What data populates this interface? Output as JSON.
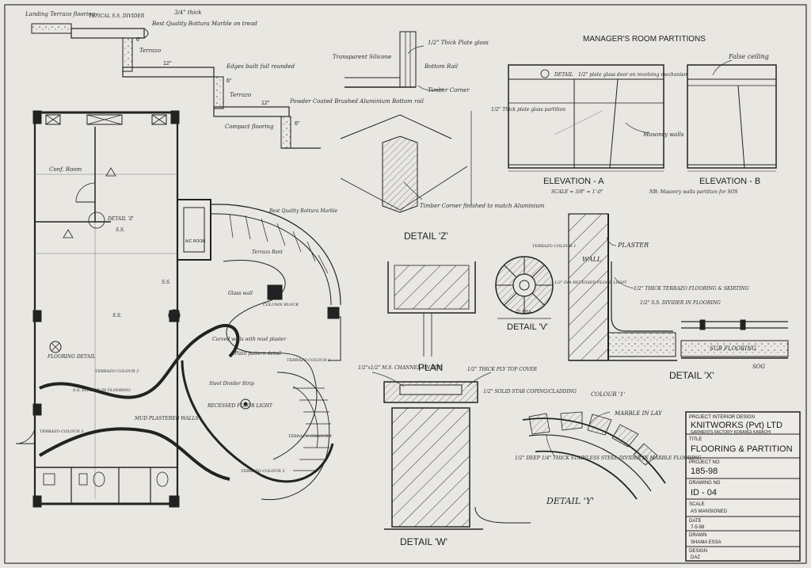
{
  "sheet": {
    "title_block": {
      "project_label": "PROJECT  INTERIOR DESIGN",
      "client": "KNITWORKS (Pvt) LTD",
      "client_sub": "GARMENTS  FACTORY  KORANGI  KARACHI",
      "title_label": "TITLE",
      "title": "FLOORING & PARTITION",
      "project_no_label": "PROJECT NO",
      "project_no": "185-98",
      "drawing_no_label": "DRAWING NO",
      "drawing_no": "ID - 04",
      "scale_label": "SCALE",
      "scale": "AS MANSIONED",
      "date_label": "DATE",
      "date": "7-5-98",
      "drawn_label": "DRAWN",
      "drawn": "SHAMA ESSA",
      "design_label": "DESIGN",
      "design": "DAZ"
    },
    "details": {
      "detail_z": "DETAIL 'Z'",
      "plan": "PLAN",
      "detail_w": "DETAIL 'W'",
      "detail_v": "DETAIL 'V'",
      "detail_x": "DETAIL 'X'",
      "detail_y": "DETAIL 'Y'",
      "elevation_a": "ELEVATION - A",
      "elevation_b": "ELEVATION - B",
      "elev_scale": "SCALE = 3/8\" = 1'-0\"",
      "manager_room": "MANAGER'S ROOM PARTITIONS"
    },
    "annotations": {
      "landing": "Landing Terrazo flooring",
      "typical_ss": "TYPICAL S.S. DIVIDER",
      "thick": "3/4\" thick",
      "best_quality": "Best Quality Bottura Marble on tread",
      "terrazo1": "Terrazo",
      "terrazo2": "Terrazo",
      "edges": "Edges built full rounded",
      "powder": "Powder Coated Brushed Aluminium Bottom rail",
      "compact": "Compact flooring",
      "transparent": "Transparent Silicone",
      "half_thick": "1/2\" Thick Plate glass",
      "bottom_rail": "Bottom Rail",
      "timber_corner": "Timber Corner",
      "timber_finish": "Timber Corner finished to match Aluminium",
      "detail_lbl": "DETAIL",
      "plate_glass_door": "1/2\" plate glass door on revolving mechanism",
      "thick_plate": "1/2\" Thick plate glass partition",
      "false_ceiling": "False ceiling",
      "masonry": "Masonry walls",
      "ms_note": "NB: Masonry walls partition for SOS",
      "ms_channel": "1/2\"x1/2\" M.S. CHANNEL ON TOP",
      "thick_ply": "1/2\" THICK PLY TOP COVER",
      "solid_star": "1/2\" SOLID STAR COPING/CLADDING",
      "plaster": "PLASTER",
      "wall": "WALL",
      "terrazo_col1": "TERRAZO COLOUR 1",
      "recessed": "1/2\" DIA RECESSED FLOOR LIGHT",
      "dia": "2' DIA",
      "thick_terrazo": "1/2\" THICK TERRAZO FLOORING & SKIRTING",
      "ss_divider": "1/2\" S.S. DIVIDER IN FLOORING",
      "sub_flooring": "SUB FLOORING",
      "sog": "SOG",
      "colour1": "COLOUR '1'",
      "marble_inlay": "MARBLE IN LAY",
      "deep_ss": "1/2\" DEEP 1/4\" THICK STAINLESS STEEL DIVIDER IN MARBLE FLOORING",
      "conf_room": "Conf. Room",
      "detail_z_small": "DETAIL 'Z'",
      "ss": "S.S.",
      "ss2": "S.S.",
      "ss3": "S.S.",
      "flooring_detail": "FLOORING DETAIL",
      "terrazo_c2": "TERRAZO COLOUR 2",
      "ss_div_floor": "S.S. DIVIDER IN FLOORING",
      "mud_plastered": "MUD PLASTERED WALLS",
      "terrazo_c3": "TERRAZO COLOUR 3",
      "terrazo_c3b": "TERRAZO COLOUR 3",
      "recessed_floor": "RECESSED FLOOR LIGHT",
      "terrazo_c1": "TERRAZO COLOUR 1",
      "terrazo_c1b": "TERRAZO COLOUR 1",
      "ac_room": "A/C ROOM",
      "best_bottura": "Best Quality Bottura Marble",
      "terrazo_rsnt": "Terrazo Rsnt",
      "column_block": "COLUMN BLOCK",
      "glass_wall": "Glass wall",
      "curved_walls": "Curved walls with mud plaster",
      "plain_pattern": "Plain pattern detail",
      "steel_divider": "Steel Divider Strip",
      "dim_12a": "12\"",
      "dim_12b": "12\"",
      "dim_6a": "6\"",
      "dim_6b": "6\"",
      "dim_6c": "6\""
    }
  }
}
